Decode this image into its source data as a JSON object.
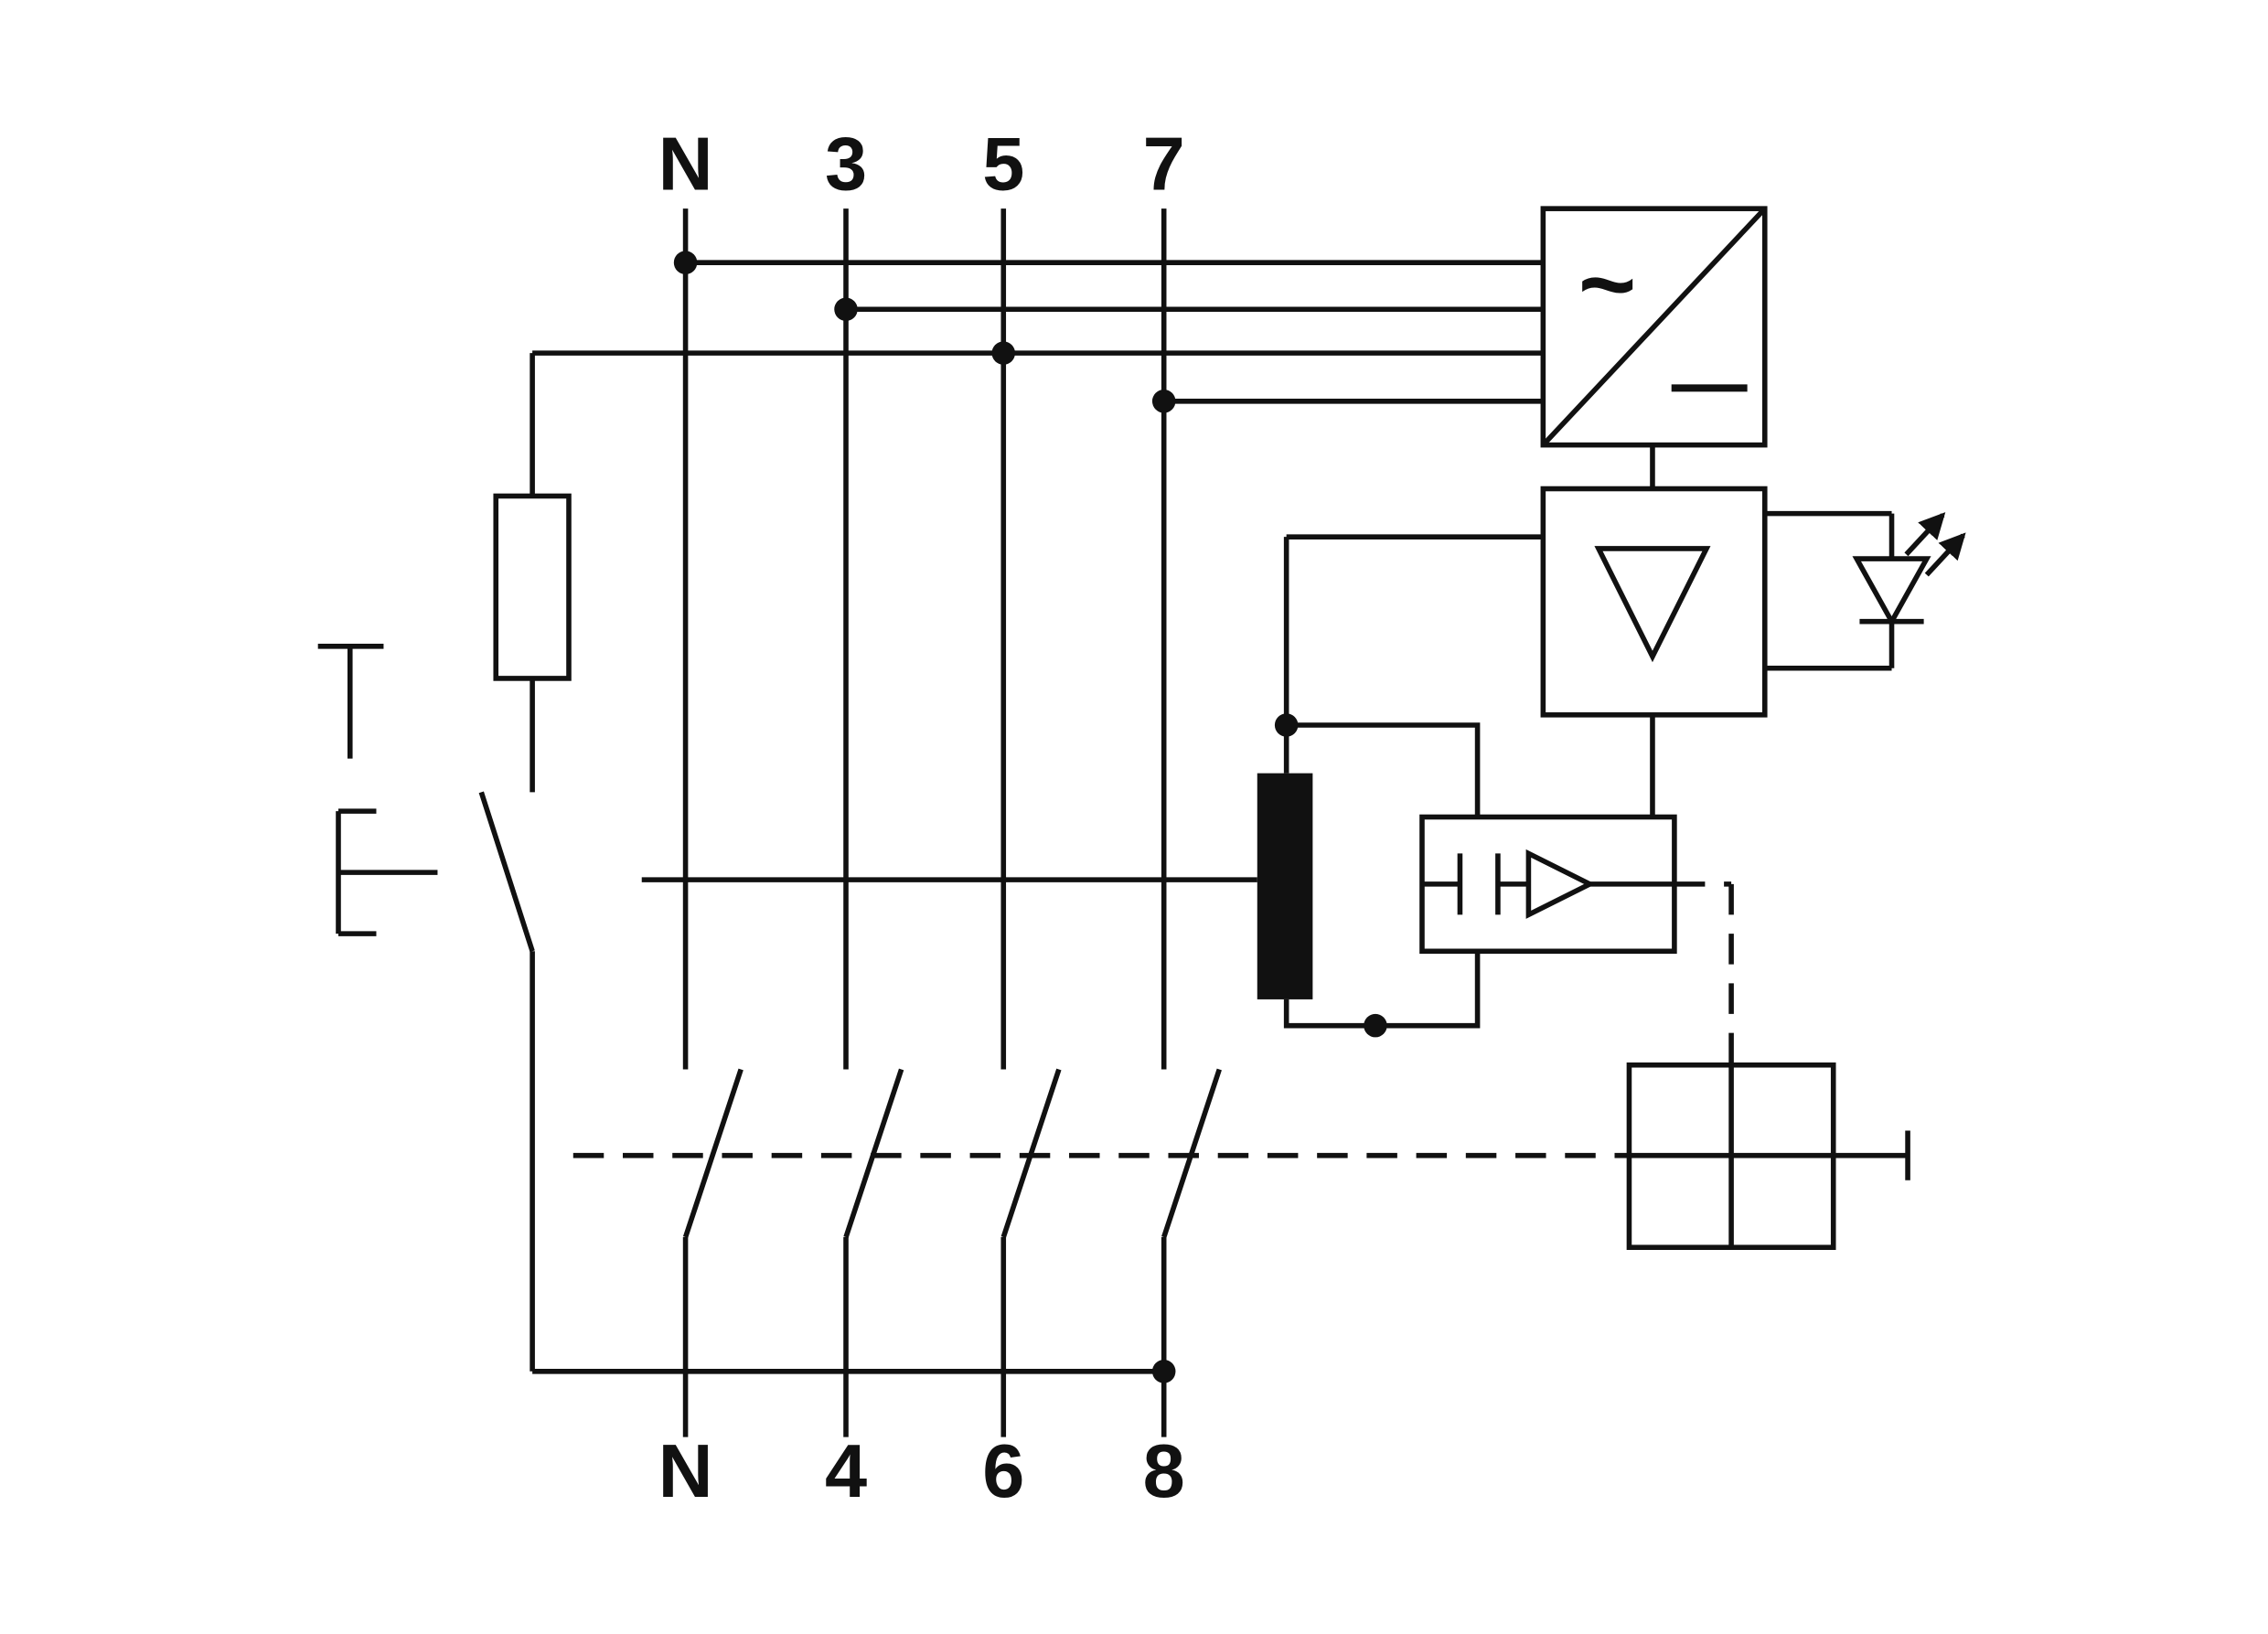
{
  "diagram": {
    "background_color": "#ffffff",
    "line_color": "#111111",
    "terminals": {
      "top": [
        "N",
        "3",
        "5",
        "7"
      ],
      "bottom": [
        "N",
        "4",
        "6",
        "8"
      ]
    },
    "symbols": {
      "rectifier_ac": "~"
    }
  }
}
